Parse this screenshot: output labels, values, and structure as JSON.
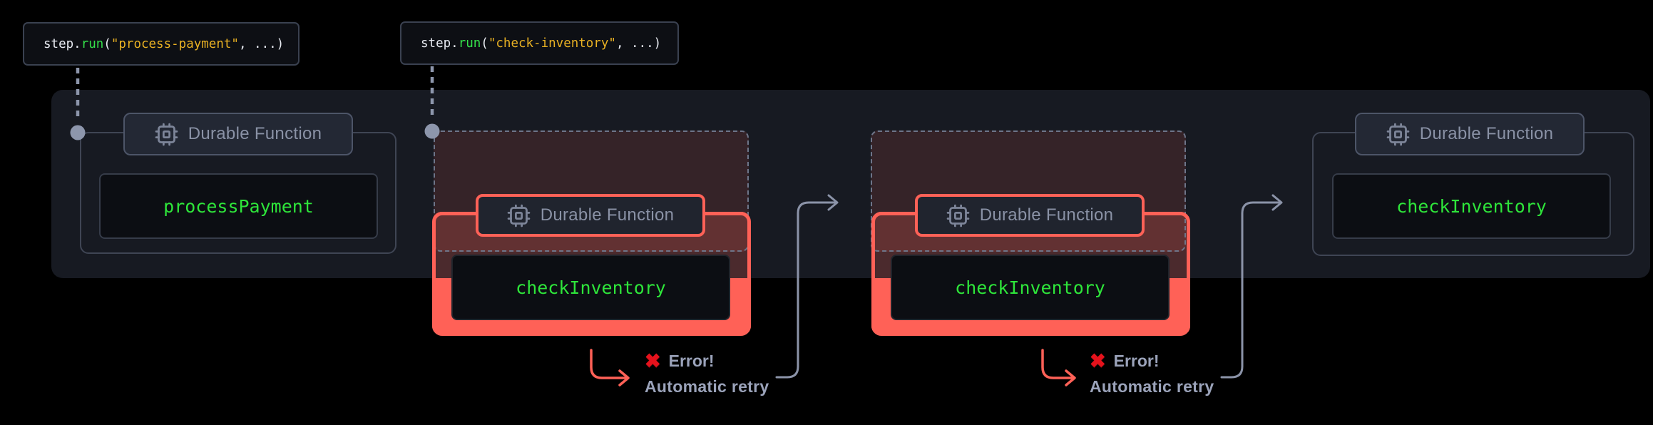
{
  "badge_label": "Durable Function",
  "code_labels": [
    {
      "pre": "step.",
      "fn": "run",
      "open": "(",
      "str": "\"process-payment\"",
      "close": ", ...)"
    },
    {
      "pre": "step.",
      "fn": "run",
      "open": "(",
      "str": "\"check-inventory\"",
      "close": ", ...)"
    }
  ],
  "functions": {
    "first": "processPayment",
    "retry_attempt_1": "checkInventory",
    "retry_attempt_2": "checkInventory",
    "final": "checkInventory"
  },
  "error": {
    "icon": "✖",
    "title": "Error!",
    "subtitle": "Automatic retry"
  },
  "colors": {
    "background": "#000000",
    "panel": "#171a22",
    "error_accent": "#ff6157",
    "function_green": "#2ee53a",
    "string_yellow": "#e9b123",
    "badge_text": "#8a92a6",
    "retry_text": "#9ba3ba",
    "connector": "#8d96ac",
    "x_red": "#e5121c"
  }
}
